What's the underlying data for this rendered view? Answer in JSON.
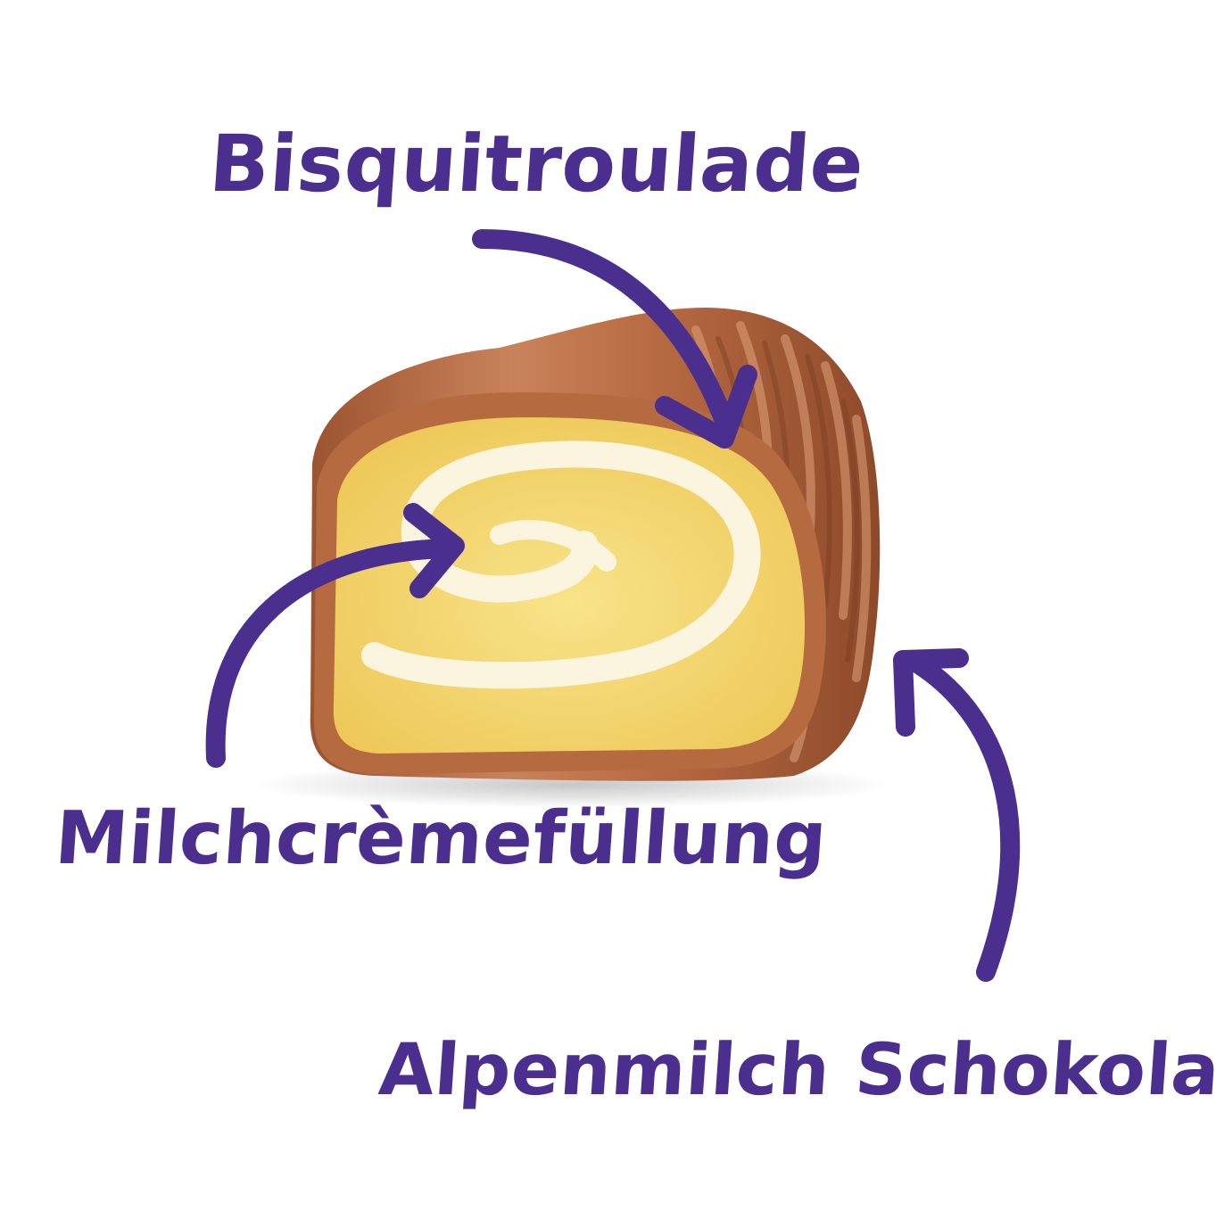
{
  "labels": {
    "sponge": "Bisquitroulade",
    "cream": "Milchcrèmefüllung",
    "chocolate": "Alpenmilch Schokolade"
  },
  "colors": {
    "background": "#ffffff",
    "accent": "#4b2f8f",
    "chocolate": "#b0643a",
    "sponge": "#f2d36a",
    "cream": "#fbf5df"
  }
}
